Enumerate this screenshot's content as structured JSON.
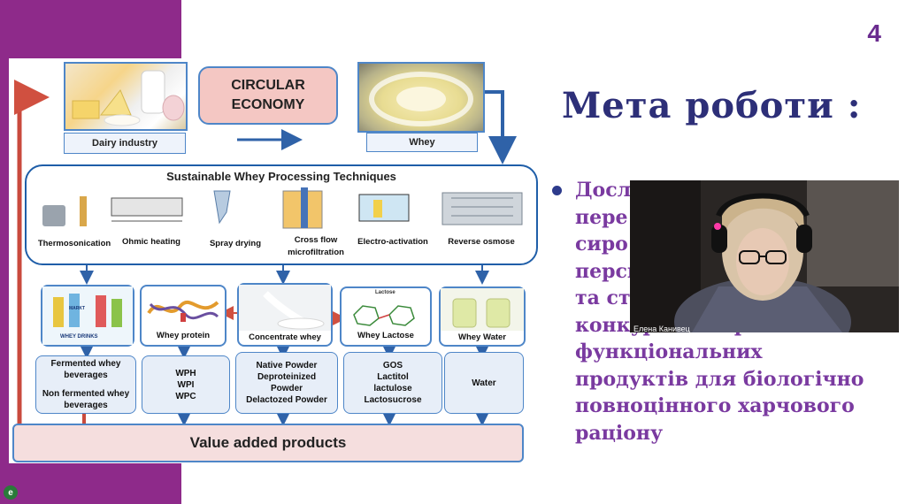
{
  "slide": {
    "number": "4",
    "title": "Мета роботи :",
    "body_lines": [
      "Досл",
      "пере",
      "сиро",
      "персп",
      "та ст",
      "конкурентоспроможних",
      "функціональних",
      "продуктів для біологічно",
      "повноцінного харчового",
      "раціону"
    ]
  },
  "figure": {
    "dairy_label": "Dairy industry",
    "circular_line1": "CIRCULAR",
    "circular_line2": "ECONOMY",
    "whey_label": "Whey",
    "techniques_title": "Sustainable Whey Processing Techniques",
    "techniques": [
      "Thermosonication",
      "Ohmic heating",
      "Spray drying",
      "Cross flow",
      "microfiltration",
      "Electro-activation",
      "Reverse osmose"
    ],
    "products": [
      "Whey protein",
      "Concentrate whey",
      "Whey Lactose",
      "Whey Water"
    ],
    "market_label": "MARKT",
    "whey_drinks_label": "WHEY DRINKS",
    "lactose_sublabel": "Lactose",
    "outputs": {
      "beverages": [
        "Fermented whey",
        "beverages",
        "Non fermented whey",
        "beverages"
      ],
      "protein": [
        "WPH",
        "WPI",
        "WPC"
      ],
      "concentrate": [
        "Native Powder",
        "Deproteinized",
        "Powder",
        "Delactozed Powder"
      ],
      "lactose": [
        "GOS",
        "Lactitol",
        "lactulose",
        "Lactosucrose"
      ],
      "water": [
        "Water"
      ]
    },
    "value_added": "Value added products"
  },
  "video": {
    "participant_name": "Елена Канивец"
  },
  "colors": {
    "band": "#8e2a8a",
    "title": "#2d2f78",
    "body": "#7a3aa0",
    "accent": "#4e86c8"
  }
}
